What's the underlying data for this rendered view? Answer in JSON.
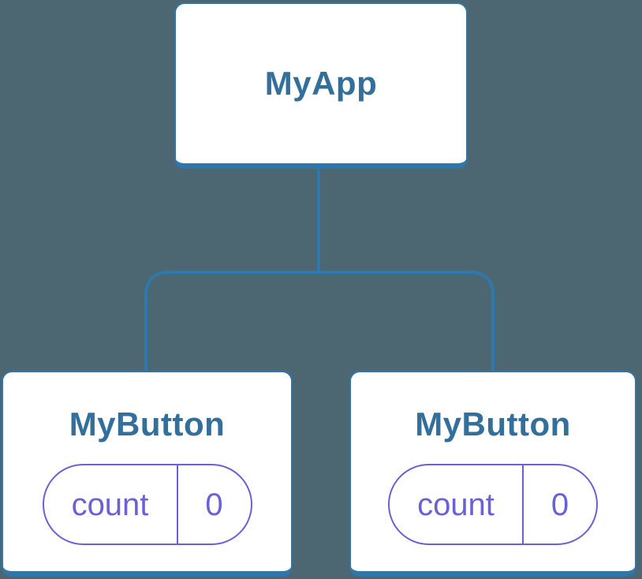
{
  "background_color": "#4C6771",
  "palette": {
    "node_fill": "#FFFFFF",
    "node_border": "#2F76A9",
    "connector_line": "#2E78AD",
    "node_title_text": "#336F9B",
    "state_accent": "#6962D6"
  },
  "tree": {
    "root": {
      "label": "MyApp"
    },
    "children": [
      {
        "label": "MyButton",
        "state": {
          "name": "count",
          "value": "0"
        }
      },
      {
        "label": "MyButton",
        "state": {
          "name": "count",
          "value": "0"
        }
      }
    ]
  }
}
